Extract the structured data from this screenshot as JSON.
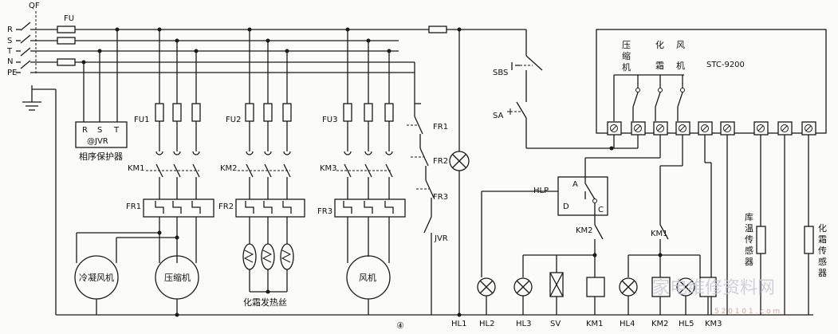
{
  "lines": [
    "R",
    "S",
    "T",
    "N",
    "PE"
  ],
  "qf": "QF",
  "fu": "FU",
  "phase_relay": {
    "r": "R",
    "s": "S",
    "t": "T",
    "brand": "@JVR",
    "caption": "相序保护器"
  },
  "fuses": [
    "FU1",
    "FU2",
    "FU3"
  ],
  "contactors": [
    "KM1",
    "KM2",
    "KM3"
  ],
  "overloads": [
    "FR1",
    "FR2",
    "FR3"
  ],
  "loads": {
    "condenser_fan": "冷凝风机",
    "compressor": "压缩机",
    "defrost_heater": "化霜发热丝",
    "fan": "风机"
  },
  "circled_number": "④",
  "control": {
    "sbs": "SBS",
    "sa": "SA",
    "fr_contacts": [
      "FR1",
      "FR2",
      "FR3"
    ],
    "jvr": "JVR",
    "hlp": "HLP",
    "hlp_a": "A",
    "hlp_c": "C",
    "hlp_d": "D",
    "km2_contact": "KM2",
    "km1_contact": "KM1",
    "controller_model": "STC-9200",
    "outputs": [
      {
        "c1": "压",
        "c2": "缩",
        "c3": "机"
      },
      {
        "c1": "化",
        "c2": "霜",
        "c3": ""
      },
      {
        "c1": "风",
        "c2": "机",
        "c3": ""
      }
    ],
    "sensor_room": [
      "库",
      "温",
      "传",
      "感",
      "器"
    ],
    "sensor_defrost": [
      "化",
      "霜",
      "传",
      "感",
      "器"
    ]
  },
  "bottom_labels": [
    "HL1",
    "HL2",
    "HL3",
    "SV",
    "KM1",
    "HL4",
    "KM2",
    "HL5",
    "KM3"
  ],
  "watermark": {
    "text": "家电维修资料网",
    "url": "5 2 0 1 0 1 . c o m"
  }
}
